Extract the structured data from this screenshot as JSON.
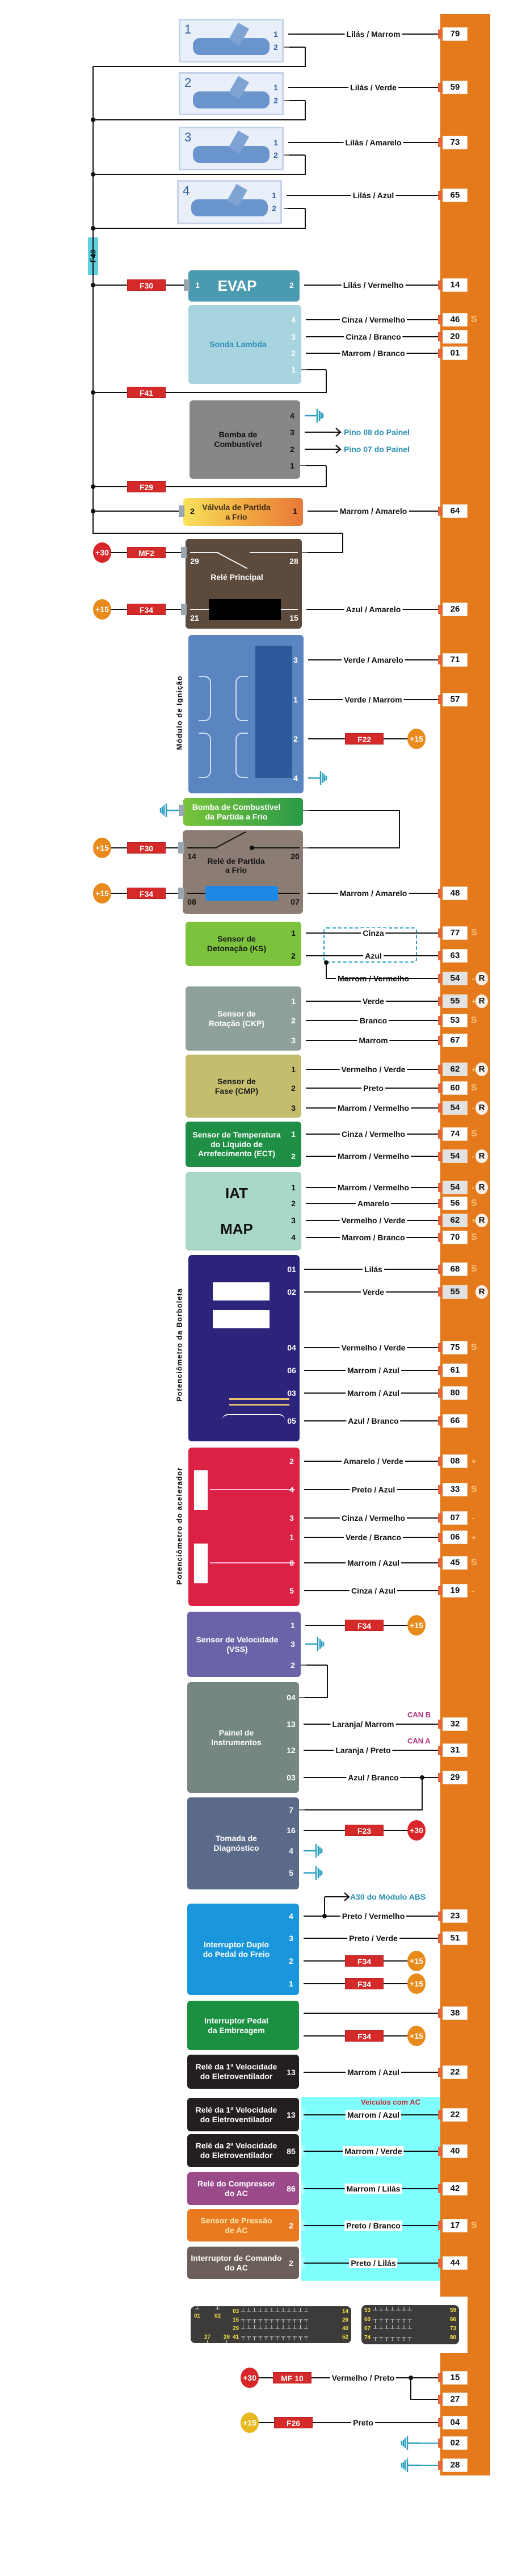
{
  "colors": {
    "ecu": "#e57a1c",
    "wire": "#111111",
    "fuse": "#d42a2a",
    "plus30": "#d8262a",
    "plus15": "#e88a1c",
    "plus15_alt": "#e8b820",
    "ground": "#2a9fc0",
    "ac_zone": "#80ffff",
    "s_mark": "#f4c57a",
    "can": "#b0307a"
  },
  "bus_fuse": "F40",
  "ac_zone_label": "Veículos com AC",
  "vertical_labels": {
    "ignition": "Módulo de Ignição",
    "throttle": "Potenciômetro da Borboleta",
    "pedal": "Potenciômetro do acelerador"
  },
  "components": [
    {
      "id": "injector-1",
      "title": "1",
      "color": "#e9eff8",
      "text_color": "#2d5fa8",
      "pins": [
        {
          "n": "1",
          "wire": "Lilás / Marrom",
          "ecu": "79"
        },
        {
          "n": "2"
        }
      ]
    },
    {
      "id": "injector-2",
      "title": "2",
      "color": "#e9eff8",
      "text_color": "#2d5fa8",
      "pins": [
        {
          "n": "1",
          "wire": "Lilás / Verde",
          "ecu": "59"
        },
        {
          "n": "2"
        }
      ]
    },
    {
      "id": "injector-3",
      "title": "3",
      "color": "#e9eff8",
      "text_color": "#2d5fa8",
      "pins": [
        {
          "n": "1",
          "wire": "Lilás / Amarelo",
          "ecu": "73"
        },
        {
          "n": "2"
        }
      ]
    },
    {
      "id": "injector-4",
      "title": "4",
      "color": "#e9eff8",
      "text_color": "#2d5fa8",
      "pins": [
        {
          "n": "1",
          "wire": "Lilás / Azul",
          "ecu": "65"
        },
        {
          "n": "2"
        }
      ]
    },
    {
      "id": "evap",
      "title": "EVAP",
      "color": "#4a9ab0",
      "text_color": "#ffffff",
      "pins": [
        {
          "n": "1",
          "fuse": "F30"
        },
        {
          "n": "2",
          "wire": "Lilás / Vermelho",
          "ecu": "14"
        }
      ]
    },
    {
      "id": "sonda-lambda",
      "title": "Sonda Lambda",
      "color": "#a8d4e0",
      "text_color": "#2e8fb8",
      "pins": [
        {
          "n": "4",
          "wire": "Cinza / Vermelho",
          "ecu": "46",
          "mark": "S"
        },
        {
          "n": "3",
          "wire": "Cinza / Branco",
          "ecu": "20"
        },
        {
          "n": "2",
          "wire": "Marrom / Branco",
          "ecu": "01"
        },
        {
          "n": "1",
          "fuse": "F41"
        }
      ]
    },
    {
      "id": "bomba-combustivel",
      "title": "Bomba de\nCombustível",
      "color": "#878787",
      "text_color": "#111111",
      "pins": [
        {
          "n": "4",
          "ground": true
        },
        {
          "n": "3",
          "arrow": "Pino 08 do Painel"
        },
        {
          "n": "2",
          "arrow": "Pino 07 do Painel"
        },
        {
          "n": "1",
          "fuse": "F29"
        }
      ]
    },
    {
      "id": "valvula-partida-frio",
      "title": "Válvula de Partida\na Frio",
      "color": "linear-gradient(90deg,#f7e25a,#f0a040 60%,#e87a3a)",
      "text_color": "#3a2a10",
      "pins": [
        {
          "n": "2"
        },
        {
          "n": "1",
          "wire": "Marrom / Amarelo",
          "ecu": "64"
        }
      ]
    },
    {
      "id": "rele-principal",
      "title": "Relé  Principal",
      "color": "#5c4a3c",
      "text_color": "#ffffff",
      "pins": [
        {
          "n": "29",
          "fuse": "MF2",
          "source": "+30"
        },
        {
          "n": "28"
        },
        {
          "n": "21",
          "fuse": "F34",
          "source": "+15"
        },
        {
          "n": "15",
          "wire": "Azul / Amarelo",
          "ecu": "26"
        }
      ]
    },
    {
      "id": "modulo-ignicao",
      "title": "",
      "color": "#5b85c0",
      "text_color": "#ffffff",
      "pins": [
        {
          "n": "3",
          "wire": "Verde / Amarelo",
          "ecu": "71"
        },
        {
          "n": "1",
          "wire": "Verde / Marrom",
          "ecu": "57"
        },
        {
          "n": "2",
          "fuse": "F22",
          "source": "+15"
        },
        {
          "n": "4",
          "ground": true
        }
      ]
    },
    {
      "id": "bomba-partida-frio",
      "title": "Bomba de Combustível\nda Partida a Frio",
      "color": "linear-gradient(90deg,#78c43a,#2a9a48)",
      "text_color": "#ffffff",
      "pins": [
        {
          "n": "",
          "ground": true
        },
        {
          "n": ""
        }
      ]
    },
    {
      "id": "rele-partida-frio",
      "title": "Relé de Partida\na Frio",
      "color": "#8c7d74",
      "text_color": "#111111",
      "pins": [
        {
          "n": "14",
          "fuse": "F30",
          "source": "+15"
        },
        {
          "n": "20"
        },
        {
          "n": "08",
          "fuse": "F34",
          "source": "+15"
        },
        {
          "n": "07",
          "wire": "Marrom / Amarelo",
          "ecu": "48"
        }
      ]
    },
    {
      "id": "sensor-detonacao",
      "title": "Sensor de\nDetonação (KS)",
      "color": "#7cc23c",
      "text_color": "#1a1a1a",
      "pins": [
        {
          "n": "1",
          "wire": "Cinza",
          "ecu": "77",
          "mark": "S"
        },
        {
          "n": "2",
          "wire": "Azul",
          "ecu": "63"
        },
        {
          "n": "",
          "wire": "Marrom / Vermelho",
          "ecu": "54",
          "mark": "-",
          "ref": "R"
        }
      ]
    },
    {
      "id": "sensor-rotacao",
      "title": "Sensor de\nRotação (CKP)",
      "color": "#8fa09a",
      "text_color": "#ffffff",
      "pins": [
        {
          "n": "1",
          "wire": "Verde",
          "ecu": "55",
          "mark": "+",
          "ref": "R"
        },
        {
          "n": "2",
          "wire": "Branco",
          "ecu": "53",
          "mark": "S"
        },
        {
          "n": "3",
          "wire": "Marrom",
          "ecu": "67"
        }
      ]
    },
    {
      "id": "sensor-fase",
      "title": "Sensor de\nFase (CMP)",
      "color": "#c5bd6e",
      "text_color": "#1a1a1a",
      "pins": [
        {
          "n": "1",
          "wire": "Vermelho / Verde",
          "ecu": "62",
          "mark": "+",
          "ref": "R"
        },
        {
          "n": "2",
          "wire": "Preto",
          "ecu": "60",
          "mark": "S"
        },
        {
          "n": "3",
          "wire": "Marrom / Vermelho",
          "ecu": "54",
          "mark": "-",
          "ref": "R"
        }
      ]
    },
    {
      "id": "sensor-temperatura",
      "title": "Sensor de Temperatura\ndo Líquido de\nArrefecimento (ECT)",
      "color": "#1f8f45",
      "text_color": "#ffffff",
      "pins": [
        {
          "n": "1",
          "wire": "Cinza / Vermelho",
          "ecu": "74",
          "mark": "S"
        },
        {
          "n": "2",
          "wire": "Marrom / Vermelho",
          "ecu": "54",
          "mark": "-",
          "ref": "R"
        }
      ]
    },
    {
      "id": "iat-map",
      "title": "IAT\n\nMAP",
      "color": "#a9d8c8",
      "text_color": "#111111",
      "pins": [
        {
          "n": "1",
          "wire": "Marrom / Vermelho",
          "ecu": "54",
          "mark": "-",
          "ref": "R"
        },
        {
          "n": "2",
          "wire": "Amarelo",
          "ecu": "56",
          "mark": "S"
        },
        {
          "n": "3",
          "wire": "Vermelho / Verde",
          "ecu": "62",
          "mark": "+",
          "ref": "R"
        },
        {
          "n": "4",
          "wire": "Marrom / Branco",
          "ecu": "70",
          "mark": "S"
        }
      ]
    },
    {
      "id": "potenciometro-borboleta",
      "title": "",
      "color": "#2c237a",
      "text_color": "#ffffff",
      "pins": [
        {
          "n": "01",
          "wire": "Lilás",
          "ecu": "68",
          "mark": "S"
        },
        {
          "n": "02",
          "wire": "Verde",
          "ecu": "55",
          "ref": "R"
        },
        {
          "n": "04",
          "wire": "Vermelho / Verde",
          "ecu": "75",
          "mark": "S"
        },
        {
          "n": "06",
          "wire": "Marrom / Azul",
          "ecu": "61"
        },
        {
          "n": "03",
          "wire": "Marrom / Azul",
          "ecu": "80"
        },
        {
          "n": "05",
          "wire": "Azul / Branco",
          "ecu": "66"
        }
      ]
    },
    {
      "id": "potenciometro-acelerador",
      "title": "",
      "color": "#dc2244",
      "text_color": "#ffffff",
      "pins": [
        {
          "n": "2",
          "wire": "Amarelo / Verde",
          "ecu": "08",
          "mark": "+"
        },
        {
          "n": "4",
          "wire": "Preto / Azul",
          "ecu": "33",
          "mark": "S"
        },
        {
          "n": "3",
          "wire": "Cinza / Vermelho",
          "ecu": "07",
          "mark": "-"
        },
        {
          "n": "1",
          "wire": "Verde / Branco",
          "ecu": "06",
          "mark": "+"
        },
        {
          "n": "6",
          "wire": "Marrom / Azul",
          "ecu": "45",
          "mark": "S"
        },
        {
          "n": "5",
          "wire": "Cinza / Azul",
          "ecu": "19",
          "mark": "-"
        }
      ]
    },
    {
      "id": "sensor-velocidade",
      "title": "Sensor de Velocidade\n(VSS)",
      "color": "#6a63a8",
      "text_color": "#ffffff",
      "pins": [
        {
          "n": "1",
          "fuse": "F34",
          "source": "+15"
        },
        {
          "n": "3",
          "ground": true
        },
        {
          "n": "2"
        }
      ]
    },
    {
      "id": "painel-instrumentos",
      "title": "Painel de\nInstrumentos",
      "color": "#75877f",
      "text_color": "#ffffff",
      "pins": [
        {
          "n": "04"
        },
        {
          "n": "13",
          "wire": "Laranja/ Marrom",
          "ecu": "32",
          "can": "CAN B"
        },
        {
          "n": "12",
          "wire": "Laranja / Preto",
          "ecu": "31",
          "can": "CAN A"
        },
        {
          "n": "03",
          "wire": "Azul / Branco",
          "ecu": "29"
        }
      ]
    },
    {
      "id": "tomada-diagnostico",
      "title": "Tomada de\nDiagnóstico",
      "color": "#5a6a88",
      "text_color": "#ffffff",
      "pins": [
        {
          "n": "7"
        },
        {
          "n": "16",
          "fuse": "F23",
          "source": "+30"
        },
        {
          "n": "4",
          "ground": true
        },
        {
          "n": "5",
          "ground": true
        }
      ]
    },
    {
      "id": "interruptor-freio",
      "title": "Interruptor Duplo\ndo Pedal do Freio",
      "color": "#1a96dc",
      "text_color": "#ffffff",
      "pins": [
        {
          "n": "4",
          "wire": "Preto / Vermelho",
          "ecu": "23",
          "arrow": "A30 do Módulo ABS"
        },
        {
          "n": "3",
          "wire": "Preto / Verde",
          "ecu": "51"
        },
        {
          "n": "2",
          "fuse": "F34",
          "source": "+15"
        },
        {
          "n": "1",
          "fuse": "F34",
          "source": "+15"
        }
      ]
    },
    {
      "id": "interruptor-embreagem",
      "title": "Interruptor Pedal\nda Embreagem",
      "color": "#1a9040",
      "text_color": "#ffffff",
      "pins": [
        {
          "n": "",
          "ecu": "38"
        },
        {
          "n": "",
          "fuse": "F34",
          "source": "+15"
        }
      ]
    },
    {
      "id": "rele-1-velocidade",
      "title": "Relé da 1ª Velocidade\ndo Eletroventilador",
      "color": "#231f1e",
      "text_color": "#ffffff",
      "pins": [
        {
          "n": "13",
          "wire": "Marrom / Azul",
          "ecu": "22"
        }
      ]
    },
    {
      "id": "rele-1-velocidade-ac",
      "title": "Relé da 1ª Velocidade\ndo Eletroventilador",
      "color": "#231f1e",
      "text_color": "#ffffff",
      "pins": [
        {
          "n": "13",
          "wire": "Marrom / Azul",
          "ecu": "22"
        }
      ]
    },
    {
      "id": "rele-2-velocidade-ac",
      "title": "Relé da 2ª Velocidade\ndo Eletroventilador",
      "color": "#231f1e",
      "text_color": "#ffffff",
      "pins": [
        {
          "n": "85",
          "wire": "Marrom / Verde",
          "ecu": "40"
        }
      ]
    },
    {
      "id": "rele-compressor-ac",
      "title": "Relé do Compressor\ndo AC",
      "color": "#9a4a88",
      "text_color": "#ffffff",
      "pins": [
        {
          "n": "86",
          "wire": "Marrom / Lilás",
          "ecu": "42"
        }
      ]
    },
    {
      "id": "sensor-pressao-ac",
      "title": "Sensor de Pressão\nde AC",
      "color": "#ea7a20",
      "text_color": "#ffe8b0",
      "pins": [
        {
          "n": "2",
          "wire": "Preto / Branco",
          "ecu": "17",
          "mark": "S"
        }
      ]
    },
    {
      "id": "interruptor-comando-ac",
      "title": "Interruptor de Comando\ndo AC",
      "color": "#6c5e58",
      "text_color": "#ffffff",
      "pins": [
        {
          "n": "2",
          "wire": "Preto / Lilás",
          "ecu": "44"
        }
      ]
    }
  ],
  "connectors": {
    "left": {
      "rows": [
        [
          "03",
          "14"
        ],
        [
          "15",
          "26"
        ],
        [
          "29",
          "40"
        ],
        [
          "41",
          "52"
        ]
      ],
      "single": [
        "01",
        "02",
        "27",
        "28"
      ]
    },
    "right": {
      "rows": [
        [
          "53",
          "59"
        ],
        [
          "60",
          "66"
        ],
        [
          "67",
          "73"
        ],
        [
          "74",
          "80"
        ]
      ]
    }
  },
  "power": [
    {
      "source": "+30",
      "fuse": "MF 10",
      "wire": "Vermelho / Preto",
      "ecu": [
        "15",
        "27"
      ]
    },
    {
      "source": "+15",
      "fuse": "F26",
      "wire": "Preto",
      "ecu": [
        "04"
      ]
    }
  ],
  "grounds": [
    "02",
    "28"
  ]
}
